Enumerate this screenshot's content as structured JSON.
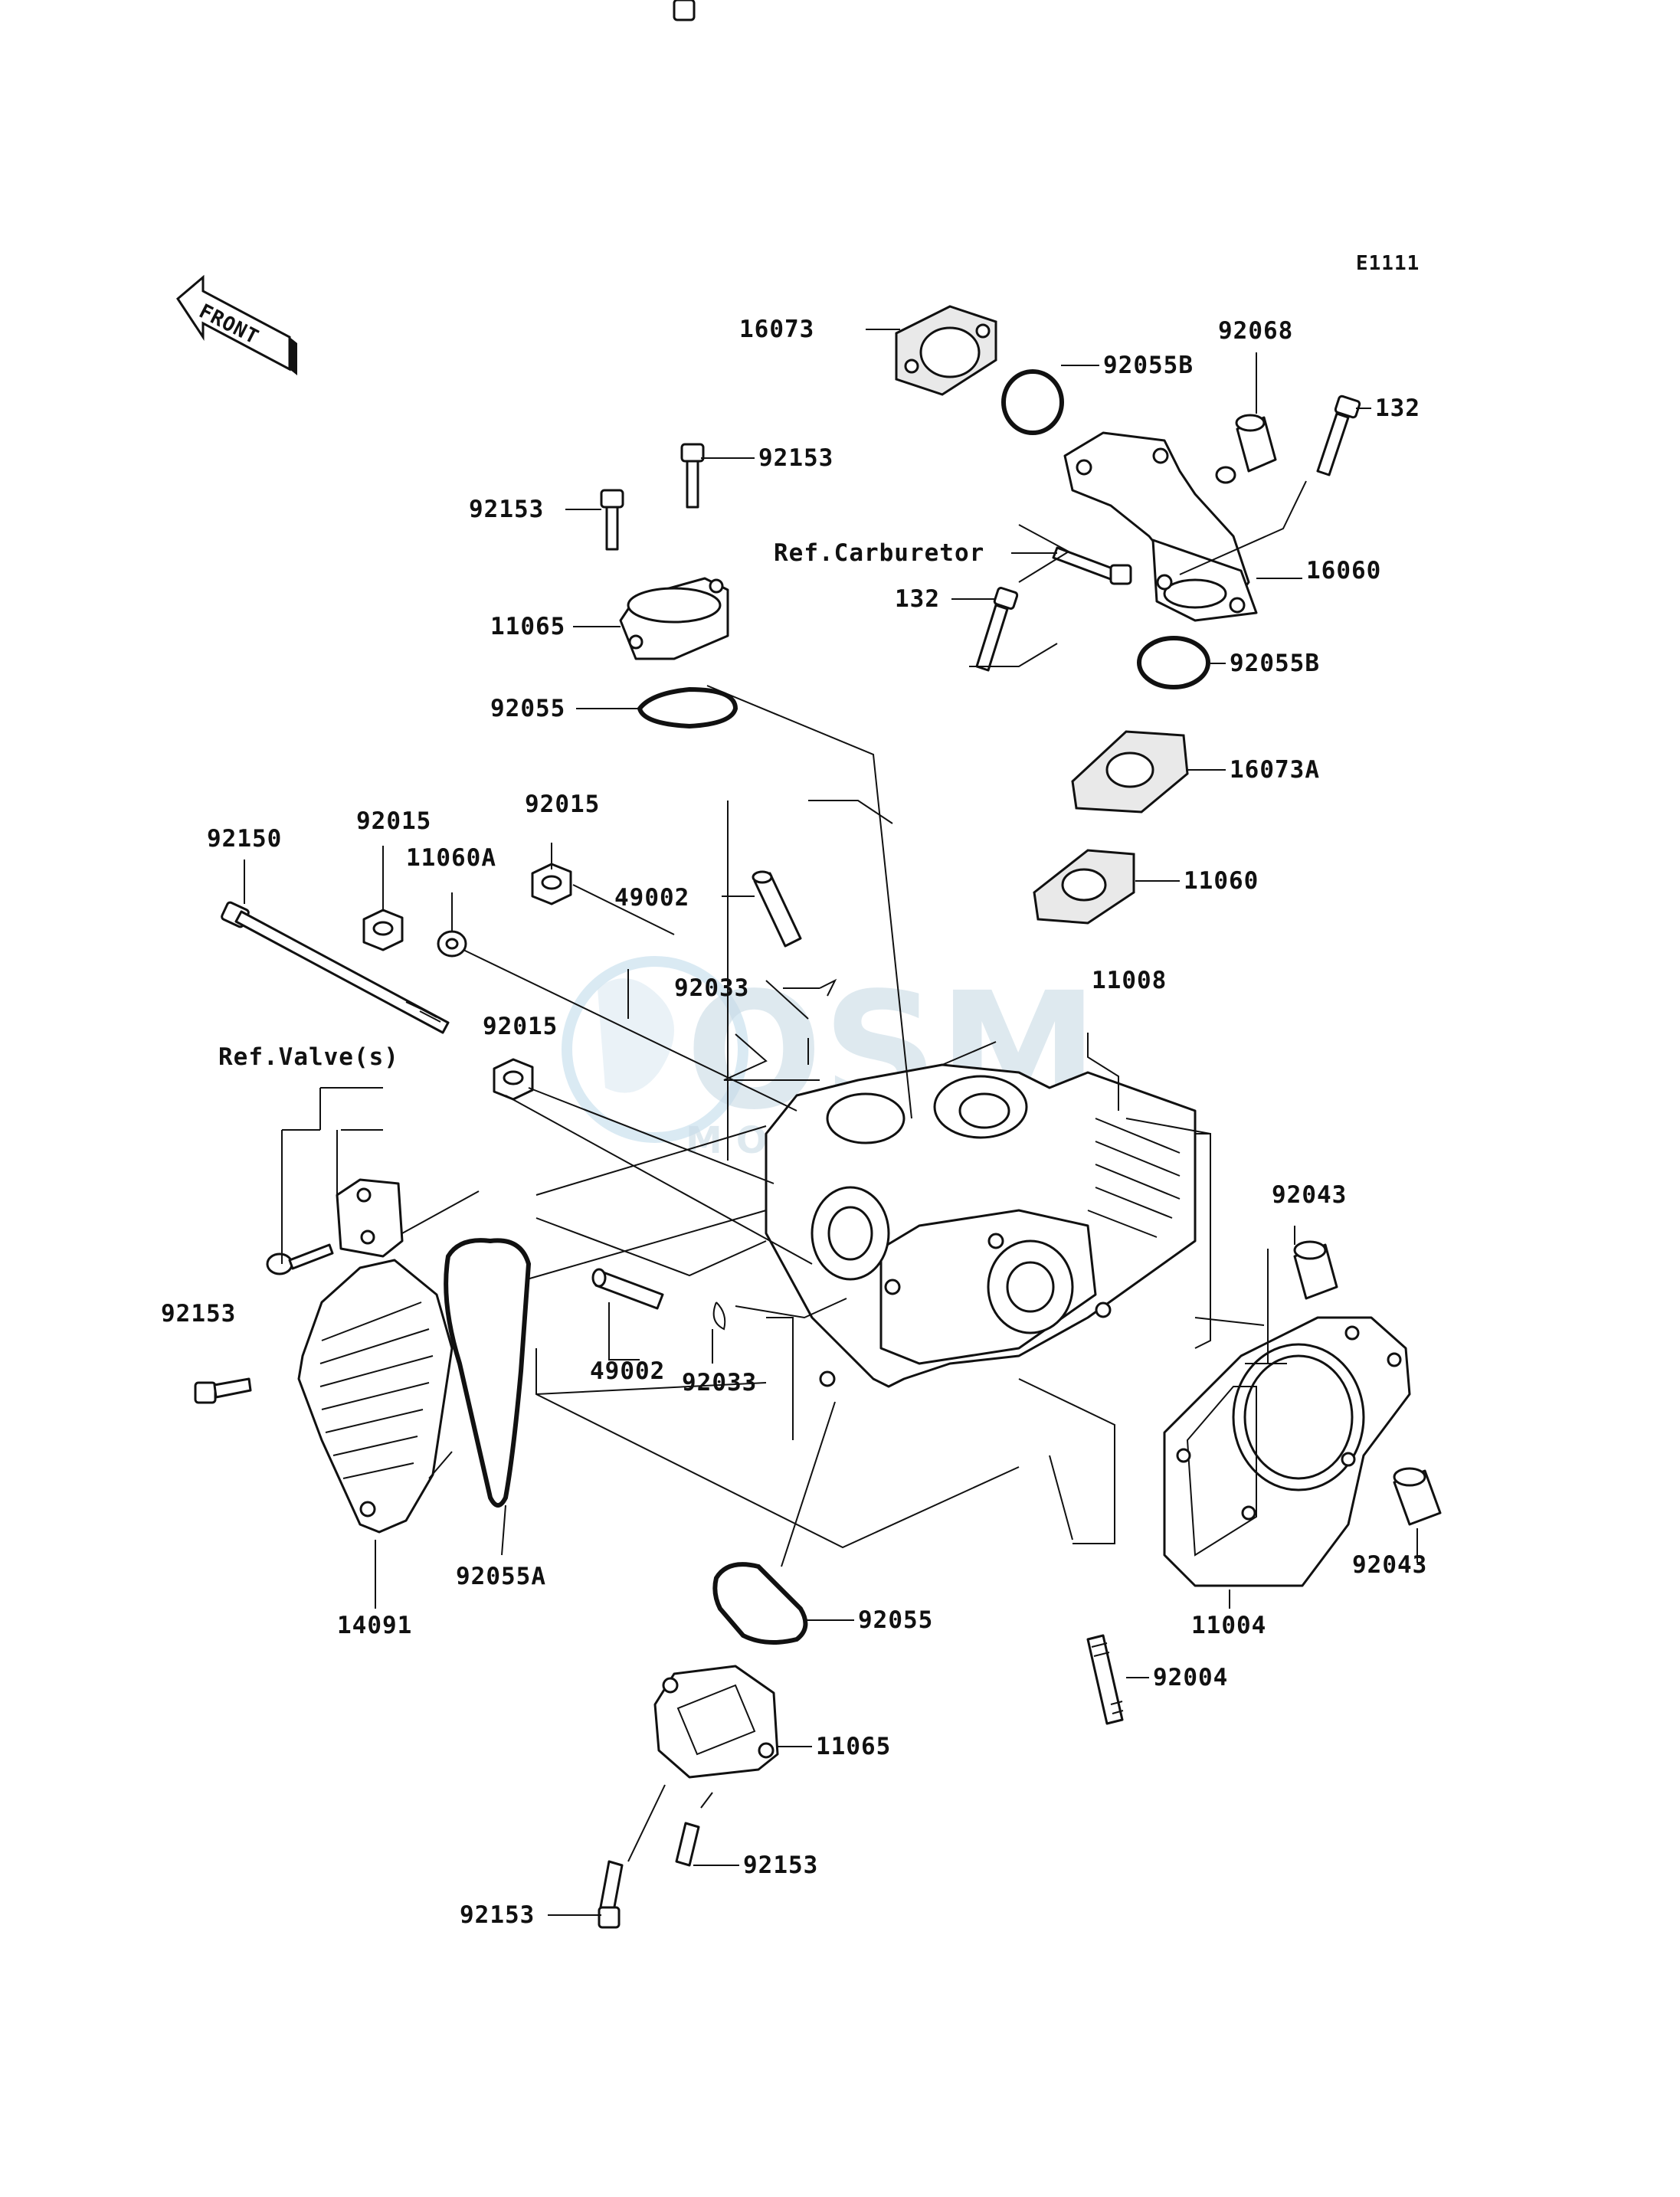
{
  "diagram_code": "E1111",
  "front_marker": "FRONT",
  "watermark": "OSM MOTOR PARTS",
  "labels": {
    "p16073": "16073",
    "p92055B_top": "92055B",
    "p92068": "92068",
    "p132_top": "132",
    "p92153_a": "92153",
    "p92153_b": "92153",
    "ref_carb": "Ref.Carburetor",
    "p16060": "16060",
    "p132_mid": "132",
    "p11065_top": "11065",
    "p92055B_mid": "92055B",
    "p92055_top": "92055",
    "p16073A": "16073A",
    "p92150": "92150",
    "p92015_a": "92015",
    "p11060A": "11060A",
    "p92015_b": "92015",
    "p49002_top": "49002",
    "p11060": "11060",
    "p92033_top": "92033",
    "p11008": "11008",
    "ref_valve": "Ref.Valve(s)",
    "p92015_c": "92015",
    "p92043_top": "92043",
    "p92153_left": "92153",
    "p49002_low": "49002",
    "p92033_low": "92033",
    "p92043_low": "92043",
    "p14091": "14091",
    "p92055A": "92055A",
    "p11004": "11004",
    "p92055_low": "92055",
    "p92004": "92004",
    "p11065_low": "11065",
    "p92153_c": "92153",
    "p92153_d": "92153"
  }
}
